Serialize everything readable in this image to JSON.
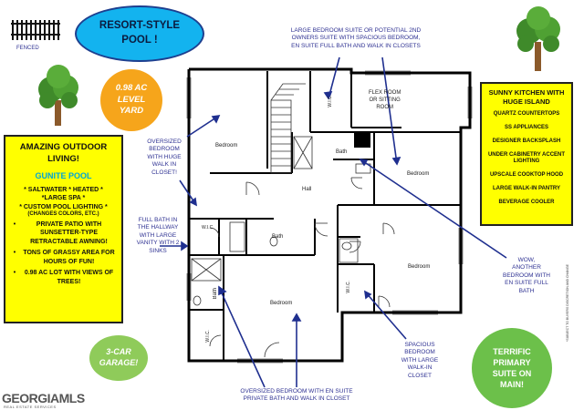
{
  "pool": {
    "line1": "RESORT-STYLE",
    "line2": "POOL !"
  },
  "fenced": "FENCED",
  "acre": {
    "line1": "0.98 AC",
    "line2": "LEVEL",
    "line3": "YARD"
  },
  "outdoor": {
    "title1": "AMAZING OUTDOOR",
    "title2": "LIVING!",
    "subtitle": "GUNITE POOL",
    "line1": "* SALTWATER * HEATED *",
    "line2": "*LARGE SPA *",
    "line3": "* CUSTOM POOL LIGHTING *",
    "line4": "(CHANGES COLORS, ETC.)",
    "bullets": [
      "PRIVATE PATIO WITH SUNSETTER-TYPE RETRACTABLE AWNING!",
      "TONS OF GRASSY AREA FOR HOURS OF FUN!",
      "0.98 AC LOT WITH VIEWS OF TREES!"
    ]
  },
  "garage": {
    "line1": "3-CAR",
    "line2": "GARAGE!"
  },
  "kitchen": {
    "title1": "SUNNY KITCHEN WITH",
    "title2": "HUGE ISLAND",
    "features": [
      "QUARTZ COUNTERTOPS",
      "SS APPLIANCES",
      "DESIGNER BACKSPLASH",
      "UNDER CABINETRY ACCENT LIGHTING",
      "UPSCALE COOKTOP HOOD",
      "LARGE WALK-IN PANTRY",
      "BEVERAGE COOLER"
    ]
  },
  "primary": {
    "line1": "TERRIFIC",
    "line2": "PRIMARY",
    "line3": "SUITE ON",
    "line4": "MAIN!"
  },
  "callouts": {
    "top": [
      "LARGE BEDROOM SUITE OR POTENTIAL 2ND",
      "OWNERS SUITE WITH SPACIOUS BEDROOM,",
      "EN SUITE FULL BATH AND WALK IN CLOSETS"
    ],
    "left_bedroom": [
      "OVERSIZED",
      "BEDROOM",
      "WITH HUGE",
      "WALK IN",
      "CLOSET!"
    ],
    "hall_bath": [
      "FULL BATH IN",
      "THE HALLWAY",
      "WITH LARGE",
      "VANITY WITH 2",
      "SINKS"
    ],
    "wow": [
      "WOW,",
      "ANOTHER",
      "BEDROOM WITH",
      "EN SUITE FULL",
      "BATH"
    ],
    "spacious": [
      "SPACIOUS",
      "BEDROOM",
      "WITH LARGE",
      "WALK-IN",
      "CLOSET"
    ],
    "bottom": [
      "OVERSIZED BEDROOM WITH EN SUITE",
      "PRIVATE BATH AND WALK IN CLOSET"
    ]
  },
  "rooms": {
    "bedroom": "Bedroom",
    "flex1": "FLEX ROOM",
    "flex2": "OR SITTING",
    "flex3": "ROOM",
    "hall": "Hall",
    "bath": "Bath",
    "wic": "W.I.C."
  },
  "logo": {
    "main": "GEORGIAMLS",
    "sub": "REAL ESTATE SERVICES"
  },
  "disclaimer": "*SUBJECT TO BUYERS DISCRETION AND CHANGE"
}
